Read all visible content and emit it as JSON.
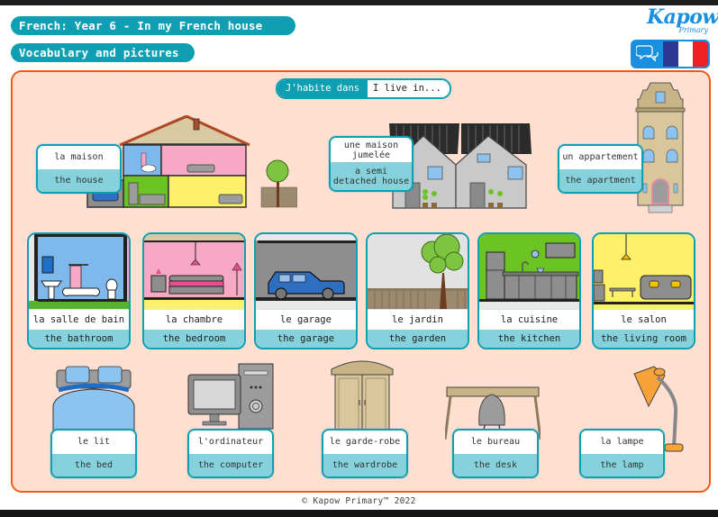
{
  "header": {
    "title": "French: Year 6 - In my French house",
    "subtitle": "Vocabulary and pictures"
  },
  "brand": {
    "logo_main": "Kapow",
    "logo_sub": "Primary",
    "language_button_icon": "speech-bubbles-icon",
    "flag_colors": [
      "#2b3990",
      "#ffffff",
      "#ee2024"
    ]
  },
  "sentence_starter": {
    "french": "J'habite dans",
    "english": "I live in..."
  },
  "dwellings": [
    {
      "french": "la maison",
      "english": "the house",
      "image": "house-cutaway"
    },
    {
      "french": "une maison jumelée",
      "english": "a semi detached house",
      "image": "semi-detached-houses"
    },
    {
      "french": "un appartement",
      "english": "the apartment",
      "image": "apartment-building"
    }
  ],
  "rooms": [
    {
      "french": "la salle de bain",
      "english": "the bathroom",
      "image": "bathroom",
      "bg": "#7fb8ea"
    },
    {
      "french": "la chambre",
      "english": "the bedroom",
      "image": "bedroom",
      "bg": "#f7a8c4"
    },
    {
      "french": "le garage",
      "english": "the garage",
      "image": "garage",
      "bg": "#8e8e8e"
    },
    {
      "french": "le jardin",
      "english": "the garden",
      "image": "garden",
      "bg": "#e2e2e2"
    },
    {
      "french": "la cuisine",
      "english": "the kitchen",
      "image": "kitchen",
      "bg": "#6cc424"
    },
    {
      "french": "le salon",
      "english": "the living room",
      "image": "living-room",
      "bg": "#fff06a"
    }
  ],
  "furniture": [
    {
      "french": "le lit",
      "english": "the bed",
      "image": "bed"
    },
    {
      "french": "l'ordinateur",
      "english": "the computer",
      "image": "computer"
    },
    {
      "french": "le garde-robe",
      "english": "the wardrobe",
      "image": "wardrobe"
    },
    {
      "french": "le bureau",
      "english": "the desk",
      "image": "desk"
    },
    {
      "french": "la lampe",
      "english": "the lamp",
      "image": "lamp"
    }
  ],
  "footer": {
    "copyright": "© Kapow Primary™ 2022"
  },
  "colors": {
    "teal": "#0f9fb3",
    "light_teal": "#86d2dc",
    "panel_bg": "#ffdfd0",
    "panel_border": "#f05a14",
    "kapow_blue": "#1a8fe0"
  }
}
